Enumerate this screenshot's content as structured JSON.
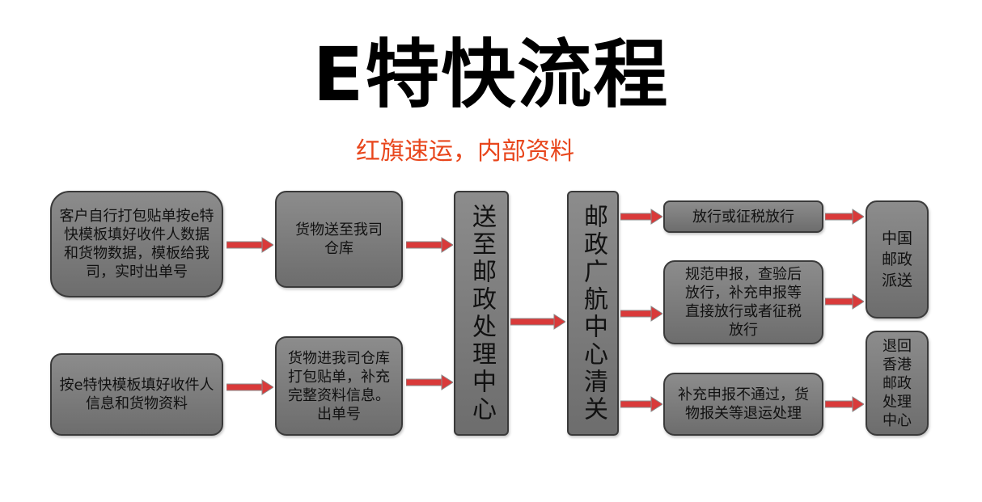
{
  "title": "E特快流程",
  "subtitle": "红旗速运，内部资料",
  "steps": {
    "customer_pack": "客户自行打包贴单按e特快模板填好收件人数据和货物数据，模板给我司，实时出单号",
    "template_fill": "按e特快模板填好收件人信息和货物资料",
    "goods_to_warehouse": "货物送至我司仓库",
    "goods_in_warehouse": "货物进我司仓库打包贴单，补充完整资料信息。出单号",
    "post_processing_center": "送至邮政处理中心",
    "customs_clearance": "邮政广航中心清关",
    "release_or_tax": "放行或征税放行",
    "standard_declaration": "规范申报，查验后放行，补充申报等直接放行或者征税放行",
    "declaration_failed": "补充申报不通过，货物报关等退运处理",
    "china_post_delivery": "中国邮政派送",
    "return_hk": "退回香港邮政处理中心"
  },
  "colors": {
    "box_fill": "#7d7d7d",
    "arrow": "#d93a3a",
    "subtitle": "#e8461c"
  }
}
